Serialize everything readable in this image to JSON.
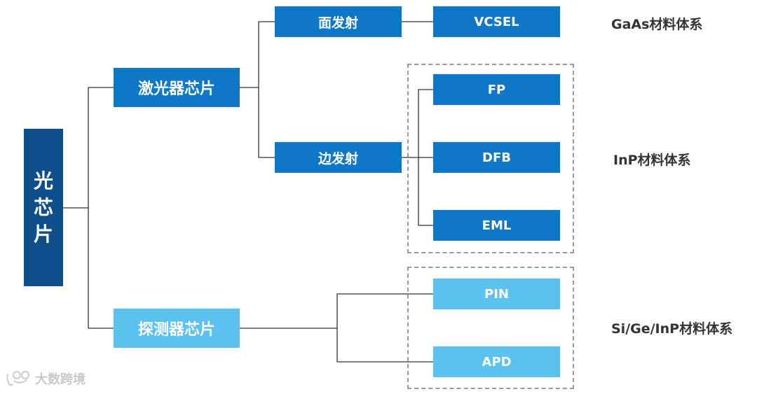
{
  "root": {
    "chars": [
      "光",
      "芯",
      "片"
    ]
  },
  "branches": {
    "laser": "激光器芯片",
    "detector": "探测器芯片"
  },
  "emission": {
    "surface": "面发射",
    "edge": "边发射"
  },
  "leaves": {
    "vcsel": "VCSEL",
    "fp": "FP",
    "dfb": "DFB",
    "eml": "EML",
    "pin": "PIN",
    "apd": "APD"
  },
  "materials": {
    "gaas": "GaAs材料体系",
    "inp": "InP材料体系",
    "sigeinp": "Si/Ge/InP材料体系"
  },
  "watermark": {
    "text": "大数跨境"
  },
  "colors": {
    "root": "#0d4f8b",
    "dark_box": "#0e77c8",
    "light_box": "#5ac2ee",
    "connector": "#333333",
    "dashed_border": "#9a9a9a"
  }
}
